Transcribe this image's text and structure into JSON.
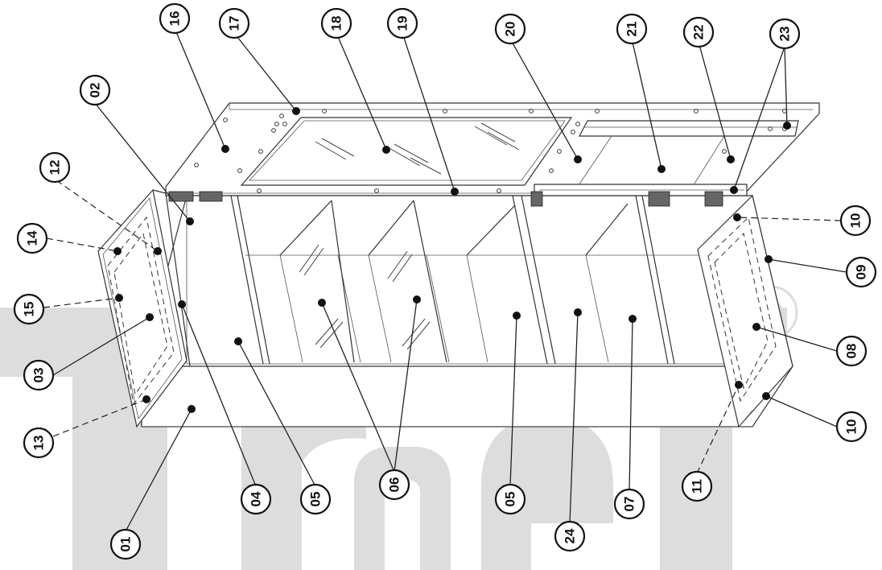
{
  "watermark": {
    "text": "TrueT",
    "registered_mark": "®"
  },
  "callouts": [
    {
      "id": "c16",
      "label": "16"
    },
    {
      "id": "c17",
      "label": "17"
    },
    {
      "id": "c18",
      "label": "18"
    },
    {
      "id": "c19",
      "label": "19"
    },
    {
      "id": "c20",
      "label": "20"
    },
    {
      "id": "c21",
      "label": "21"
    },
    {
      "id": "c22",
      "label": "22"
    },
    {
      "id": "c23",
      "label": "23"
    },
    {
      "id": "c02",
      "label": "02"
    },
    {
      "id": "c12",
      "label": "12"
    },
    {
      "id": "c14",
      "label": "14"
    },
    {
      "id": "c15",
      "label": "15"
    },
    {
      "id": "c03",
      "label": "03"
    },
    {
      "id": "c13",
      "label": "13"
    },
    {
      "id": "c01",
      "label": "01"
    },
    {
      "id": "c04",
      "label": "04"
    },
    {
      "id": "c05a",
      "label": "05"
    },
    {
      "id": "c06",
      "label": "06"
    },
    {
      "id": "c05b",
      "label": "05"
    },
    {
      "id": "c24",
      "label": "24"
    },
    {
      "id": "c07",
      "label": "07"
    },
    {
      "id": "c11",
      "label": "11"
    },
    {
      "id": "c10a",
      "label": "10"
    },
    {
      "id": "c09",
      "label": "09"
    },
    {
      "id": "c08",
      "label": "08"
    },
    {
      "id": "c10b",
      "label": "10"
    }
  ]
}
